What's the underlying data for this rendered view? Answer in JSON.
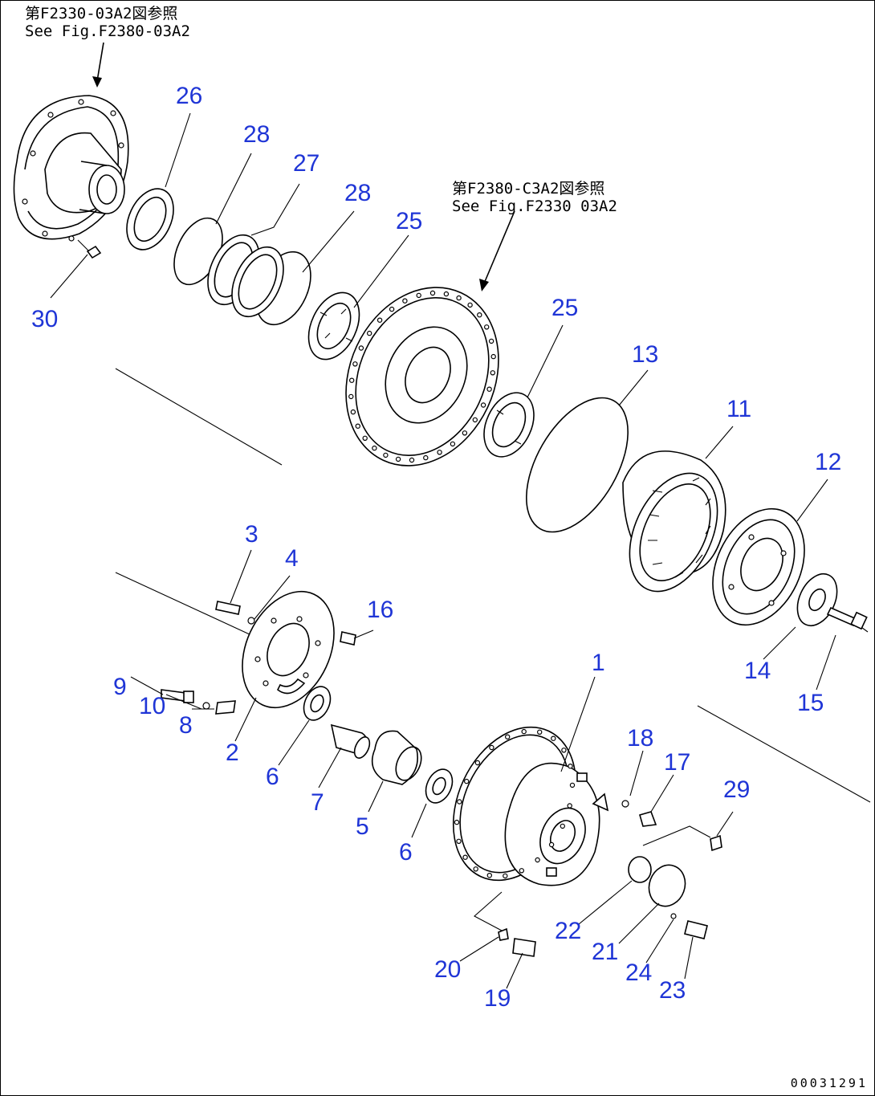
{
  "references": [
    {
      "id": "ref-top-left-jp",
      "text": "第F2330-03A2図参照"
    },
    {
      "id": "ref-top-left-en",
      "text": "See Fig.F2380-03A2"
    },
    {
      "id": "ref-mid-jp",
      "text": "第F2380-C3A2図参照"
    },
    {
      "id": "ref-mid-en",
      "text": "See Fig.F2330 03A2"
    }
  ],
  "part_numbers": [
    "26",
    "28",
    "27",
    "28",
    "25",
    "30",
    "25",
    "13",
    "11",
    "12",
    "3",
    "4",
    "16",
    "9",
    "10",
    "8",
    "2",
    "6",
    "7",
    "5",
    "6",
    "1",
    "18",
    "17",
    "29",
    "14",
    "15",
    "22",
    "21",
    "20",
    "19",
    "24",
    "23"
  ],
  "drawing_code": "00031291",
  "colors": {
    "part_number": "#1f35d6",
    "linework": "#000000"
  }
}
